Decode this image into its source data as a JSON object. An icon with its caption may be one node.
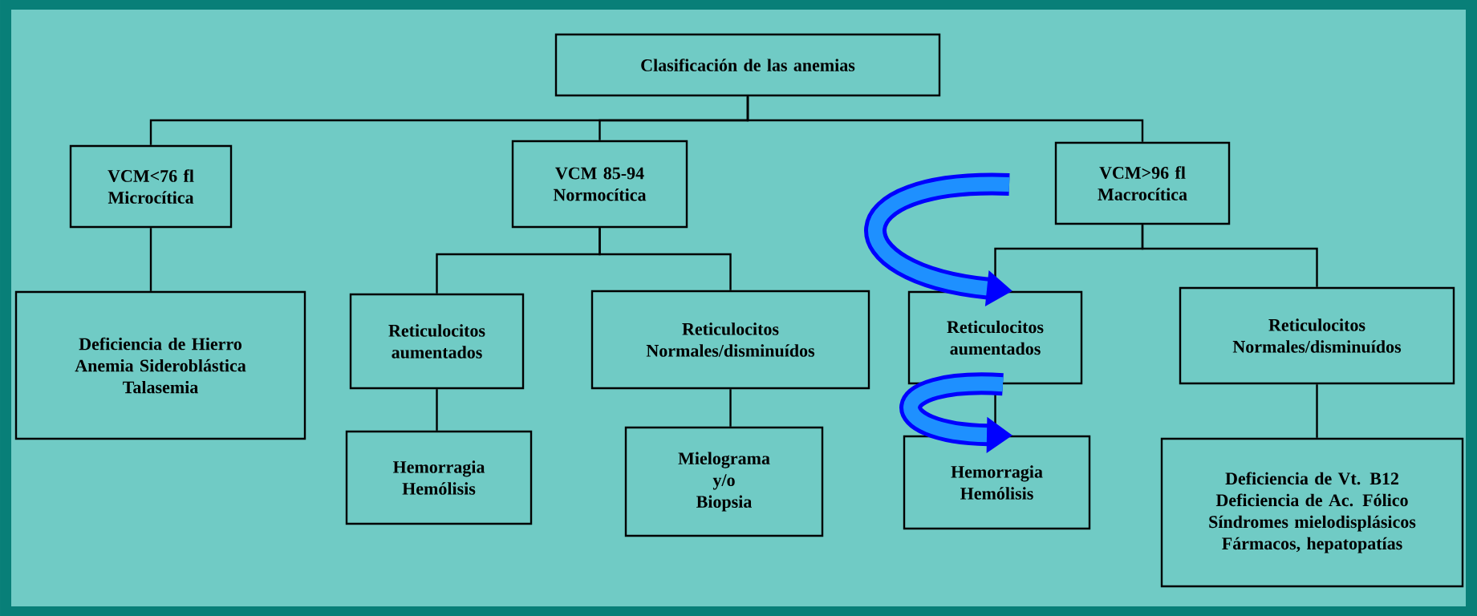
{
  "diagram": {
    "nodes": [
      {
        "text": [
          "Clasificación de las anemias"
        ]
      },
      {
        "text": [
          "VCM<76 fl",
          "Microcítica"
        ]
      },
      {
        "text": [
          "VCM  85-94",
          "Normocítica"
        ]
      },
      {
        "text": [
          "VCM>96 fl",
          "Macrocítica"
        ]
      },
      {
        "text": [
          "Deficiencia de Hierro",
          "Anemia Sideroblástica",
          "Talasemia"
        ]
      },
      {
        "text": [
          "Reticulocitos aumentados"
        ]
      },
      {
        "text": [
          "Reticulocitos Normales/disminuídos"
        ]
      },
      {
        "text": [
          "Reticulocitos aumentados"
        ]
      },
      {
        "text": [
          "Reticulocitos Normales/disminuídos"
        ]
      },
      {
        "text": [
          "Hemorragia",
          "Hemólisis"
        ]
      },
      {
        "text": [
          "Mielograma",
          "y/o",
          "Biopsia"
        ]
      },
      {
        "text": [
          "Hemorragia",
          "Hemólisis"
        ]
      },
      {
        "text": [
          "Deficiencia de Vt. B12",
          "Deficiencia de Ac. Fólico",
          "Síndromes mielodisplásicos",
          "Fármacos, hepatopatías"
        ]
      }
    ],
    "edges": [
      {
        "from": 0,
        "to": 1,
        "arrow": "none"
      },
      {
        "from": 0,
        "to": 2,
        "arrow": "none"
      },
      {
        "from": 0,
        "to": 3,
        "arrow": "none"
      },
      {
        "from": 1,
        "to": 4,
        "arrow": "none"
      },
      {
        "from": 2,
        "to": 5,
        "arrow": "none"
      },
      {
        "from": 2,
        "to": 6,
        "arrow": "none"
      },
      {
        "from": 3,
        "to": 7,
        "arrow": "none"
      },
      {
        "from": 3,
        "to": 8,
        "arrow": "none"
      },
      {
        "from": 5,
        "to": 9,
        "arrow": "none"
      },
      {
        "from": 6,
        "to": 10,
        "arrow": "none"
      },
      {
        "from": 7,
        "to": 11,
        "arrow": "none"
      },
      {
        "from": 8,
        "to": 12,
        "arrow": "none"
      },
      {
        "from": null,
        "to": 7,
        "arrow": "to",
        "style": "thick",
        "color": "#0000ff"
      },
      {
        "from": 7,
        "to": 11,
        "arrow": "to",
        "style": "thick",
        "color": "#0000ff"
      }
    ]
  }
}
